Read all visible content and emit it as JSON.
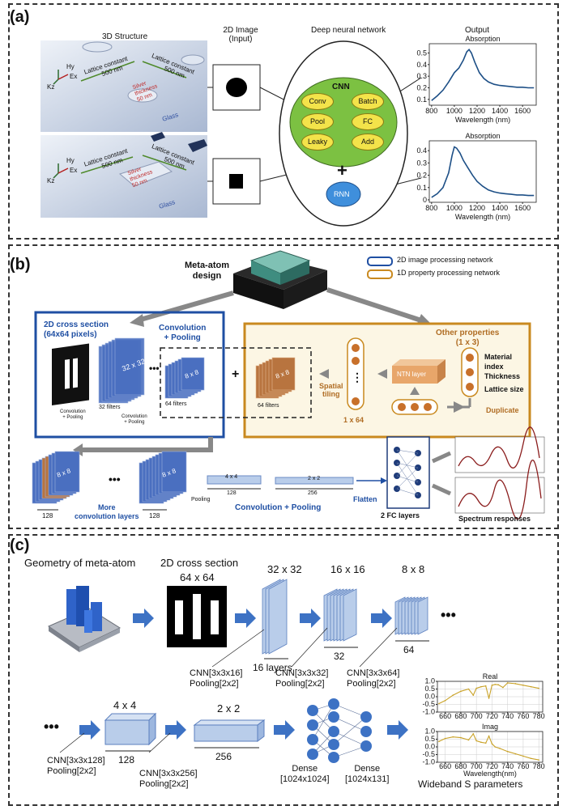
{
  "panel_a": {
    "label": "(a)",
    "col_3d": "3D Structure",
    "col_2d_line1": "2D Image",
    "col_2d_line2": "(Input)",
    "col_dnn": "Deep neural network",
    "col_output": "Output",
    "struct1": {
      "hy": "Hy",
      "ex": "Ex",
      "kz": "Kz",
      "lattice1": "Lattice constant",
      "lattice1_val": "500 nm",
      "lattice2": "Lattice constant",
      "lattice2_val": "500 nm",
      "silver": "Silver",
      "thickness": "thickness",
      "thick_val": "50 nm",
      "glass": "Glass"
    },
    "struct2": {
      "hy": "Hy",
      "ex": "Ex",
      "kz": "Kz",
      "lattice1": "Lattice constant",
      "lattice1_val": "500 nm",
      "lattice2": "Lattice constant",
      "lattice2_val": "500 nm",
      "silver": "Silver",
      "thickness": "thickness",
      "thick_val": "50 nm",
      "glass": "Glass"
    },
    "cnn_title": "CNN",
    "cnn_ops": [
      "Conv",
      "Batch",
      "Pool",
      "FC",
      "Leaky",
      "Add"
    ],
    "plus": "+",
    "rnn": "RNN",
    "colors": {
      "cnn_green": "#7cc142",
      "op_yellow": "#f3e34a",
      "rnn_blue": "#3f8fdc",
      "curve": "#1d4f86"
    }
  },
  "chart_data": [
    {
      "type": "line",
      "title": "Absorption",
      "xlabel": "Wavelength (nm)",
      "ylabel": "",
      "xlim": [
        780,
        1720
      ],
      "ylim": [
        0.05,
        0.58
      ],
      "xticks": [
        800,
        1000,
        1200,
        1400,
        1600
      ],
      "yticks": [
        0.1,
        0.2,
        0.3,
        0.4,
        0.5
      ],
      "x": [
        800,
        850,
        900,
        950,
        1000,
        1040,
        1080,
        1110,
        1130,
        1150,
        1180,
        1220,
        1260,
        1300,
        1350,
        1400,
        1450,
        1500,
        1550,
        1600,
        1650,
        1700
      ],
      "y": [
        0.09,
        0.13,
        0.18,
        0.25,
        0.33,
        0.37,
        0.44,
        0.51,
        0.53,
        0.5,
        0.42,
        0.33,
        0.28,
        0.25,
        0.23,
        0.22,
        0.215,
        0.21,
        0.205,
        0.205,
        0.2,
        0.2
      ]
    },
    {
      "type": "line",
      "title": "Absorption",
      "xlabel": "Wavelength (nm)",
      "ylabel": "",
      "xlim": [
        780,
        1720
      ],
      "ylim": [
        -0.02,
        0.48
      ],
      "xticks": [
        800,
        1000,
        1200,
        1400,
        1600
      ],
      "yticks": [
        0.0,
        0.1,
        0.2,
        0.3,
        0.4
      ],
      "x": [
        800,
        850,
        900,
        950,
        980,
        1000,
        1020,
        1050,
        1080,
        1120,
        1160,
        1200,
        1250,
        1300,
        1350,
        1400,
        1450,
        1500,
        1550,
        1600,
        1650,
        1700
      ],
      "y": [
        0.02,
        0.05,
        0.1,
        0.22,
        0.36,
        0.43,
        0.42,
        0.38,
        0.32,
        0.26,
        0.2,
        0.15,
        0.11,
        0.08,
        0.065,
        0.055,
        0.05,
        0.045,
        0.04,
        0.04,
        0.035,
        0.035
      ]
    },
    {
      "type": "line",
      "title": "Real",
      "xlabel": "",
      "ylabel": "",
      "xlim": [
        650,
        785
      ],
      "ylim": [
        -1.0,
        1.0
      ],
      "xticks": [
        660,
        680,
        700,
        720,
        740,
        760,
        780
      ],
      "yticks": [
        -1.0,
        -0.5,
        0.0,
        0.5,
        1.0
      ],
      "x": [
        652,
        660,
        670,
        680,
        690,
        696,
        700,
        706,
        712,
        716,
        720,
        724,
        728,
        734,
        740,
        750,
        760,
        770,
        780
      ],
      "y": [
        -0.45,
        -0.25,
        0.1,
        0.35,
        0.5,
        0.1,
        0.55,
        0.65,
        0.7,
        -0.1,
        0.75,
        0.8,
        0.78,
        0.6,
        0.9,
        0.85,
        0.75,
        0.65,
        0.55
      ]
    },
    {
      "type": "line",
      "title": "Imag",
      "xlabel": "Wavelength(nm)",
      "ylabel": "",
      "xlim": [
        650,
        785
      ],
      "ylim": [
        -1.0,
        1.0
      ],
      "xticks": [
        660,
        680,
        700,
        720,
        740,
        760,
        780
      ],
      "yticks": [
        -1.0,
        -0.5,
        0.0,
        0.5,
        1.0
      ],
      "x": [
        652,
        660,
        670,
        680,
        690,
        696,
        700,
        706,
        712,
        716,
        720,
        724,
        730,
        740,
        750,
        760,
        770,
        780
      ],
      "y": [
        0.35,
        0.55,
        0.65,
        0.6,
        0.45,
        0.85,
        0.4,
        0.3,
        0.25,
        0.7,
        0.2,
        0.0,
        -0.1,
        -0.3,
        -0.45,
        -0.6,
        -0.75,
        -0.85
      ]
    }
  ],
  "panel_b": {
    "label": "(b)",
    "meta_atom_design_line1": "Meta-atom",
    "meta_atom_design_line2": "design",
    "legend_2d": "2D image processing network",
    "legend_1d": "1D property processing network",
    "cross_section_line1": "2D cross section",
    "cross_section_line2": "(64x64 pixels)",
    "conv_pool_line1": "Convolution",
    "conv_pool_line2": "+ Pooling",
    "size_32": "32 x 32",
    "filters_32": "32 filters",
    "conv_small_1a": "Convolution",
    "conv_small_1b": "+ Pooling",
    "conv_small_2a": "Convolution",
    "conv_small_2b": "+ Pooling",
    "dots": "•••",
    "size_8": "8 x 8",
    "filters_64": "64 filters",
    "plus": "+",
    "size_8b": "8 x 8",
    "filters_64b": "64 filters",
    "spatial_line1": "Spatial",
    "spatial_line2": "tiling",
    "vec_label": "1 x 64",
    "vec_dots": "⋮",
    "ntn": "NTN layer",
    "other_props_line1": "Other properties",
    "other_props_line2": "(1 x 3)",
    "material": "Material",
    "index": "index",
    "thickness": "Thickness",
    "lattice": "Lattice size",
    "duplicate": "Duplicate",
    "stack_8": "8 x 8",
    "stack_128": "128",
    "more_conv_line1": "More",
    "more_conv_line2": "convolution layers",
    "dots2": "•••",
    "stack2_8": "8 x 8",
    "stack2_128": "128",
    "pooling": "Pooling",
    "blk_4x4": "4 x 4",
    "blk_128": "128",
    "blk_2x2": "2 x 2",
    "blk_256": "256",
    "conv_pool_bottom": "Convolution + Pooling",
    "flatten": "Flatten",
    "fc_layers": "2 FC layers",
    "spectrum": "Spectrum responses",
    "colors": {
      "blue_frame": "#1f4fa3",
      "orange_frame": "#c9891f",
      "orange_fill": "#fcf6e4",
      "stack_blue": "#4a6fc0",
      "stack_orange": "#b8743f"
    }
  },
  "panel_c": {
    "label": "(c)",
    "geometry": "Geometry of meta-atom",
    "cross_section": "2D cross section",
    "size_64": "64 x 64",
    "size_32": "32 x 32",
    "size_16": "16 x 16",
    "size_8": "8 x 8",
    "dots": "•••",
    "layers_16": "16 layers",
    "dim_32": "32",
    "dim_64": "64",
    "cnn1_a": "CNN[3x3x16]",
    "cnn1_b": "Pooling[2x2]",
    "cnn2_a": "CNN[3x3x32]",
    "cnn2_b": "Pooling[2x2]",
    "cnn3_a": "CNN[3x3x64]",
    "cnn3_b": "Pooling[2x2]",
    "dots_left": "•••",
    "size_4": "4 x 4",
    "size_2": "2 x 2",
    "dim_128": "128",
    "dim_256": "256",
    "cnn4_a": "CNN[3x3x128]",
    "cnn4_b": "Pooling[2x2]",
    "cnn5_a": "CNN[3x3x256]",
    "cnn5_b": "Pooling[2x2]",
    "dense1_a": "Dense",
    "dense1_b": "[1024x1024]",
    "dense2_a": "Dense",
    "dense2_b": "[1024x131]",
    "wideband": "Wideband S parameters",
    "colors": {
      "arrow": "#3d72c4",
      "layer": "#b9cdea",
      "curve": "#c9a227"
    }
  }
}
